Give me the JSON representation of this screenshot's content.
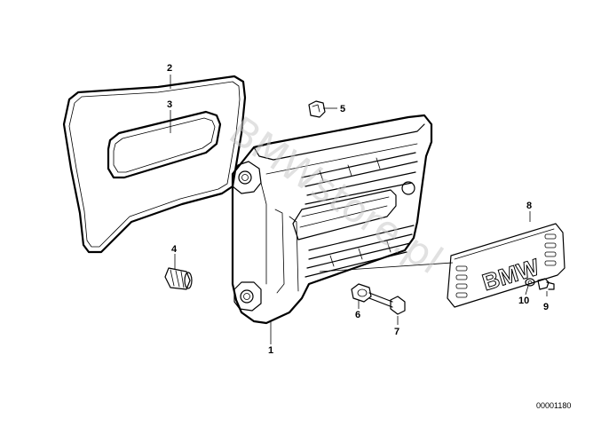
{
  "diagram": {
    "callouts": [
      {
        "id": "1",
        "label": "1"
      },
      {
        "id": "2",
        "label": "2"
      },
      {
        "id": "3",
        "label": "3"
      },
      {
        "id": "4",
        "label": "4"
      },
      {
        "id": "5",
        "label": "5"
      },
      {
        "id": "6",
        "label": "6"
      },
      {
        "id": "7",
        "label": "7"
      },
      {
        "id": "8",
        "label": "8"
      },
      {
        "id": "9",
        "label": "9"
      },
      {
        "id": "10",
        "label": "10"
      }
    ],
    "emblem_text": "BMW",
    "watermark": "BMWstore.pl",
    "document_number": "00001180"
  }
}
